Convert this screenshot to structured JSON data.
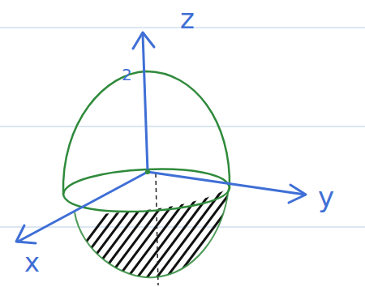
{
  "diagram": {
    "labels": [
      "z",
      "2",
      "y",
      "x"
    ]
  }
}
